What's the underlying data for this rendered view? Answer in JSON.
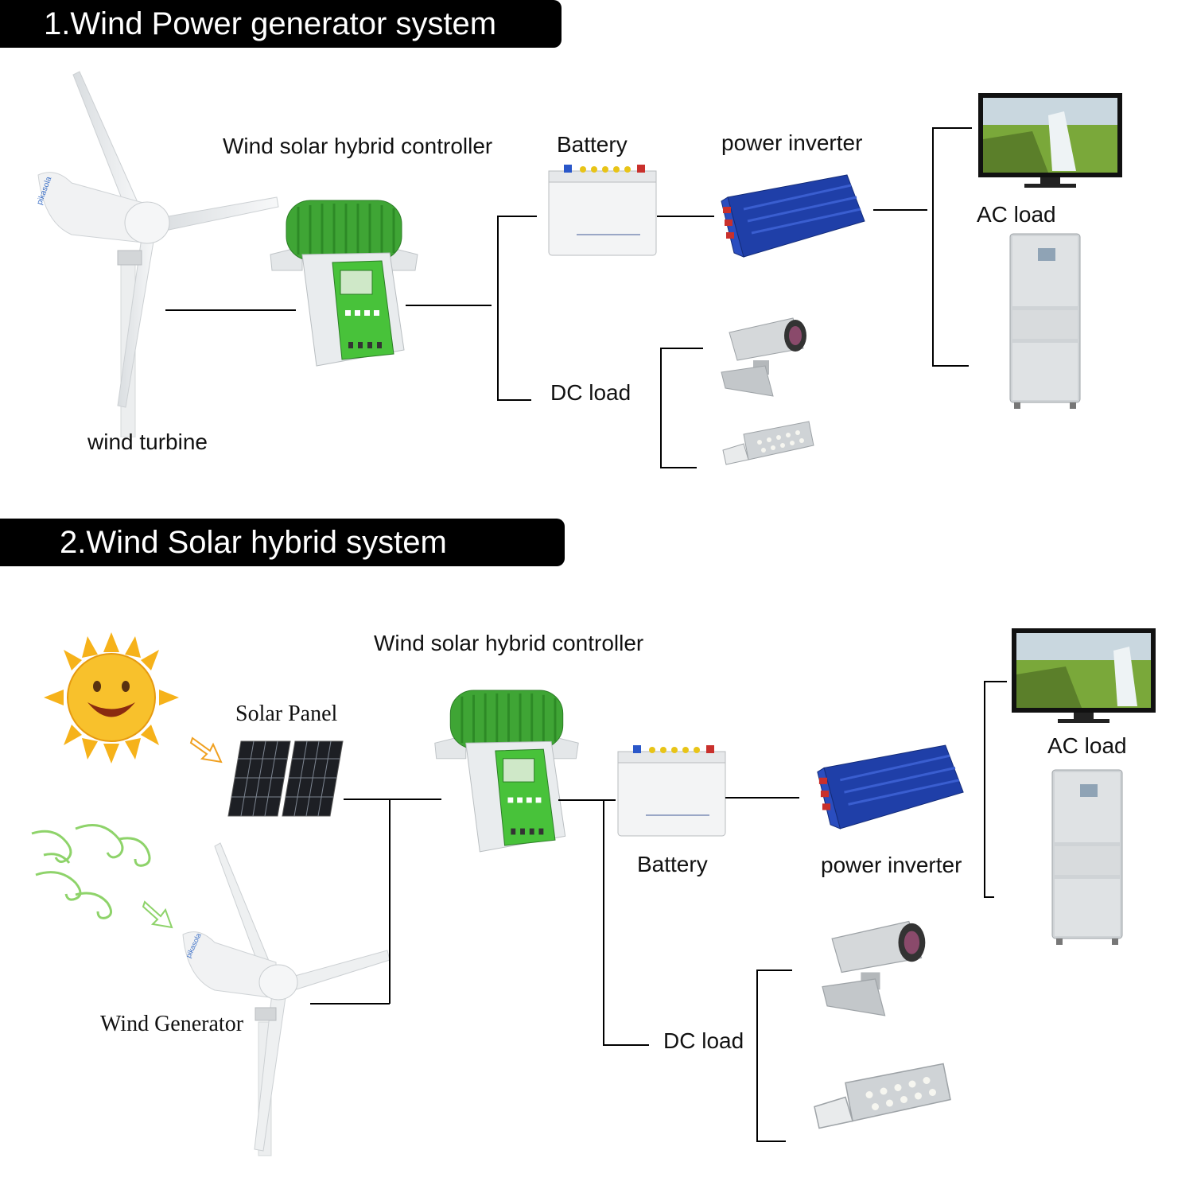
{
  "section1": {
    "title": "1.Wind Power generator system",
    "labels": {
      "controller": "Wind solar hybrid controller",
      "battery": "Battery",
      "inverter": "power inverter",
      "ac_load": "AC load",
      "dc_load": "DC load",
      "turbine": "wind turbine"
    }
  },
  "section2": {
    "title": "2.Wind Solar hybrid system",
    "labels": {
      "controller": "Wind solar hybrid controller",
      "solar_panel": "Solar Panel",
      "battery": "Battery",
      "inverter": "power inverter",
      "ac_load": "AC load",
      "dc_load": "DC load",
      "wind_generator": "Wind Generator"
    }
  },
  "device_text": {
    "turbine_brand": "pikasola"
  },
  "colors": {
    "banner": "#000000",
    "controller_green": "#3fa535",
    "inverter_blue": "#1f3fa8",
    "sun": "#f6b21a",
    "wind_puff": "#8ed36a"
  },
  "icons": [
    "wind-turbine-icon",
    "hybrid-controller-icon",
    "battery-icon",
    "power-inverter-icon",
    "tv-icon",
    "refrigerator-icon",
    "security-camera-icon",
    "led-bulb-icon",
    "sun-icon",
    "solar-panel-icon",
    "wind-puff-icon",
    "arrow-icon"
  ]
}
